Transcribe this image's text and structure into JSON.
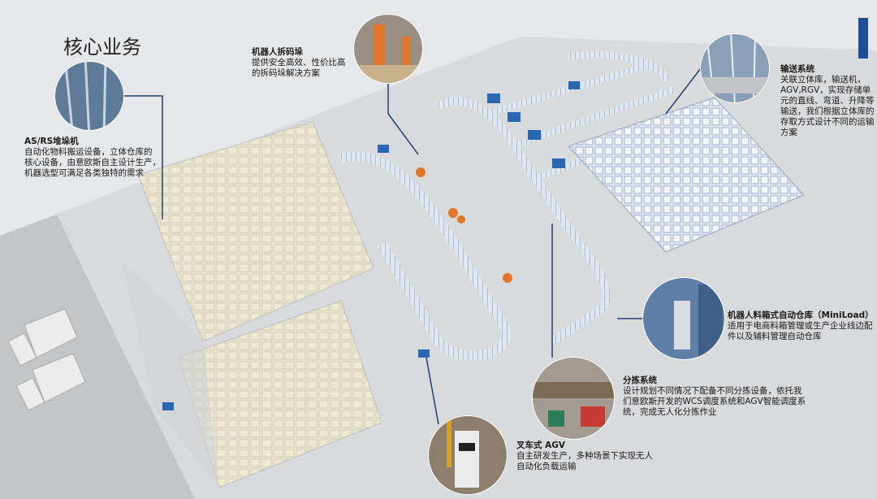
{
  "page_title": "核心业务",
  "colors": {
    "accent": "#1f4e96",
    "line": "#1f3f6e",
    "floor": "#d9dadc",
    "road": "#c4c5c7"
  },
  "callouts": [
    {
      "id": "asrs",
      "title": "AS/RS堆垛机",
      "desc": [
        "自动化物料搬运设备，立体仓库的",
        "核心设备，由意欧斯自主设计生产，",
        "机器选型可满足各类独特的需求"
      ]
    },
    {
      "id": "robot-palletizing",
      "title": "机器人拆码垛",
      "desc": [
        "提供安全高效、性价比高",
        "的拆码垛解决方案"
      ]
    },
    {
      "id": "conveyor",
      "title": "输送系统",
      "desc": [
        "关联立体库，输送机，",
        "AGV,RGV，实现存储单",
        "元的直线、弯道、升降等",
        "输送，我们根据立体库的",
        "存取方式设计不同的运输",
        "方案"
      ]
    },
    {
      "id": "miniload",
      "title": "机器人料箱式自动仓库（MiniLoad）",
      "desc": [
        "适用于电商料箱管理或生产企业线边配",
        "件以及辅料管理自动仓库"
      ]
    },
    {
      "id": "sorting",
      "title": "分拣系统",
      "desc": [
        "设计规划不同情况下配备不同分拣设备，依托我",
        "们意欧斯开发的WCS调度系统和AGV智能调度系",
        "统，完成无人化分拣作业"
      ]
    },
    {
      "id": "forklift-agv",
      "title": "叉车式 AGV",
      "desc": [
        "自主研发生产，多种场景下实现无人",
        "自动化负载运输"
      ]
    }
  ]
}
